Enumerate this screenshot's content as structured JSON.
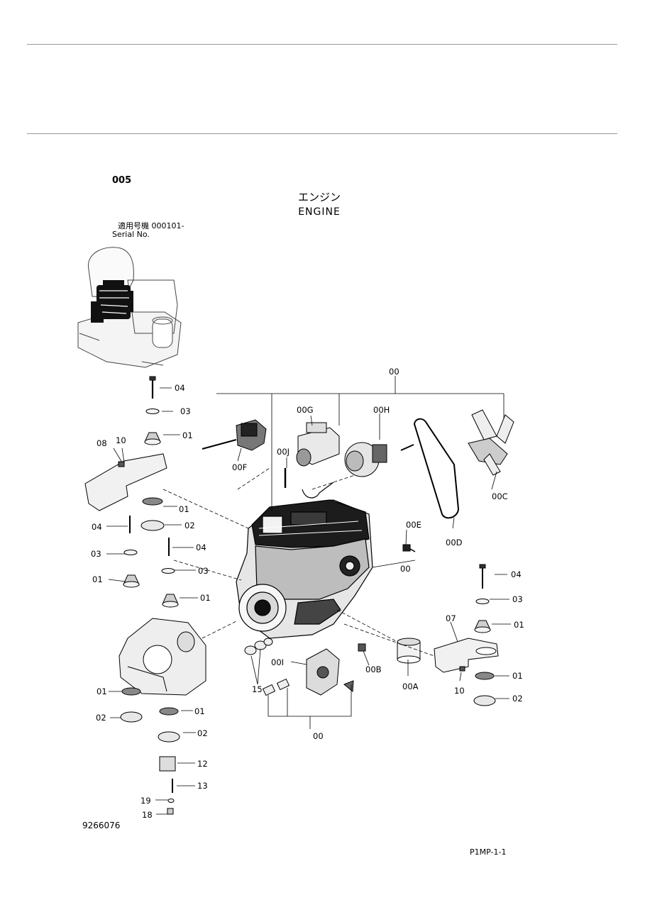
{
  "header": {
    "section_number": "005",
    "title_jp": "エンジン",
    "title_en": "ENGINE",
    "serial_jp": "適用号機  000101-",
    "serial_en": "Serial No."
  },
  "footer": {
    "figure_number": "9266076",
    "page_code": "P1MP-1-1"
  },
  "callouts": {
    "c00_top": "00",
    "c00G": "00G",
    "c00H": "00H",
    "c00J": "00J",
    "c00F": "00F",
    "c00C": "00C",
    "c00E": "00E",
    "c00D": "00D",
    "c00_mid": "00",
    "c00I": "00I",
    "c00B": "00B",
    "c00A": "00A",
    "c15": "15",
    "c00_bot": "00",
    "c04_a": "04",
    "c03_a": "03",
    "c01_a": "01",
    "c08": "08",
    "c10_a": "10",
    "c01_b": "01",
    "c04_b": "04",
    "c02_a": "02",
    "c04_c": "04",
    "c03_b": "03",
    "c03_c": "03",
    "c01_c": "01",
    "c01_d": "01",
    "c04_d": "04",
    "c03_d": "03",
    "c07": "07",
    "c01_e": "01",
    "c01_f": "01",
    "c10_b": "10",
    "c02_b": "02",
    "c01_g": "01",
    "c01_h": "01",
    "c02_c": "02",
    "c02_d": "02",
    "c12": "12",
    "c13": "13",
    "c19": "19",
    "c18": "18"
  }
}
